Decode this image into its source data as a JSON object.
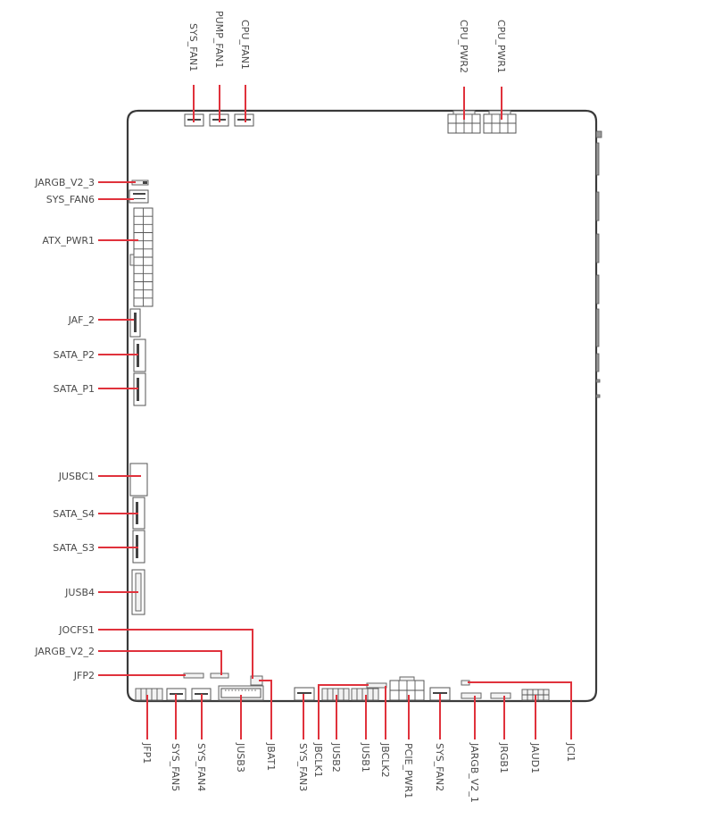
{
  "diagram": {
    "title": "Motherboard connector layout",
    "colors": {
      "leader_line": "#e0323c",
      "board_outline": "#3a3a3a",
      "label_text": "#4a4a4a"
    },
    "top_labels": [
      {
        "id": "sys_fan1",
        "text": "SYS_FAN1"
      },
      {
        "id": "pump_fan1",
        "text": "PUMP_FAN1"
      },
      {
        "id": "cpu_fan1",
        "text": "CPU_FAN1"
      },
      {
        "id": "cpu_pwr2",
        "text": "CPU_PWR2"
      },
      {
        "id": "cpu_pwr1",
        "text": "CPU_PWR1"
      }
    ],
    "left_labels": [
      {
        "id": "jargb_v2_3",
        "text": "JARGB_V2_3"
      },
      {
        "id": "sys_fan6",
        "text": "SYS_FAN6"
      },
      {
        "id": "atx_pwr1",
        "text": "ATX_PWR1"
      },
      {
        "id": "jaf_2",
        "text": "JAF_2"
      },
      {
        "id": "sata_p2",
        "text": "SATA_P2"
      },
      {
        "id": "sata_p1",
        "text": "SATA_P1"
      },
      {
        "id": "jusbc1",
        "text": "JUSBC1"
      },
      {
        "id": "sata_s4",
        "text": "SATA_S4"
      },
      {
        "id": "sata_s3",
        "text": "SATA_S3"
      },
      {
        "id": "jusb4",
        "text": "JUSB4"
      },
      {
        "id": "jocfs1",
        "text": "JOCFS1"
      },
      {
        "id": "jargb_v2_2",
        "text": "JARGB_V2_2"
      },
      {
        "id": "jfp2",
        "text": "JFP2"
      }
    ],
    "bottom_labels": [
      {
        "id": "jfp1",
        "text": "JFP1"
      },
      {
        "id": "sys_fan5",
        "text": "SYS_FAN5"
      },
      {
        "id": "sys_fan4",
        "text": "SYS_FAN4"
      },
      {
        "id": "jusb3",
        "text": "JUSB3"
      },
      {
        "id": "jbat1",
        "text": "JBAT1"
      },
      {
        "id": "sys_fan3",
        "text": "SYS_FAN3"
      },
      {
        "id": "jbclk1",
        "text": "JBCLK1"
      },
      {
        "id": "jusb2",
        "text": "JUSB2"
      },
      {
        "id": "jusb1",
        "text": "JUSB1"
      },
      {
        "id": "jbclk2",
        "text": "JBCLK2"
      },
      {
        "id": "pcie_pwr1",
        "text": "PCIE_PWR1"
      },
      {
        "id": "sys_fan2",
        "text": "SYS_FAN2"
      },
      {
        "id": "jargb_v2_1",
        "text": "JARGB_V2_1"
      },
      {
        "id": "jrgb1",
        "text": "JRGB1"
      },
      {
        "id": "jaud1",
        "text": "JAUD1"
      },
      {
        "id": "jci1",
        "text": "JCI1"
      }
    ]
  }
}
